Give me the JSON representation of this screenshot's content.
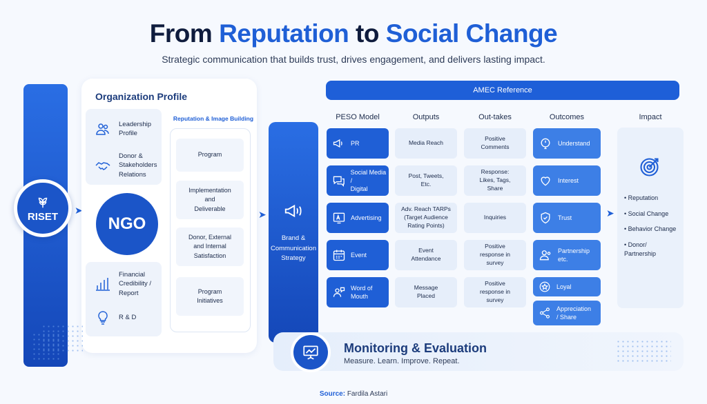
{
  "header": {
    "title_part1": "From",
    "title_part2": "Reputation",
    "title_part3": "to",
    "title_part4": "Social Change",
    "subtitle": "Strategic communication that builds trust, drives engagement, and delivers lasting impact."
  },
  "riset": {
    "label": "RISET"
  },
  "org_profile": {
    "title": "Organization Profile",
    "top_items": [
      {
        "label": "Leadership\nProfile",
        "icon": "people-icon"
      },
      {
        "label": "Donor &\nStakeholders\nRelations",
        "icon": "handshake-icon"
      }
    ],
    "center": "NGO",
    "bottom_items": [
      {
        "label": "Financial\nCredibility /\nReport",
        "icon": "bar-chart-icon"
      },
      {
        "label": "R & D",
        "icon": "lightbulb-icon"
      }
    ]
  },
  "reputation": {
    "title": "Reputation & Image Building",
    "items": [
      "Program",
      "Implementation\nand\nDeliverable",
      "Donor, External\nand Internal\nSatisfaction",
      "Program\nInitiatives"
    ]
  },
  "brand": {
    "label": "Brand &\nCommunication\nStrategy"
  },
  "amec": {
    "label": "AMEC Reference"
  },
  "columns": {
    "peso": "PESO Model",
    "outputs": "Outputs",
    "outtakes": "Out-takes",
    "outcomes": "Outcomes",
    "impact": "Impact"
  },
  "peso_items": [
    {
      "label": "PR",
      "icon": "megaphone-icon"
    },
    {
      "label": "Social Media /\nDigital",
      "icon": "chat-icon"
    },
    {
      "label": "Advertising",
      "icon": "ad-icon"
    },
    {
      "label": "Event",
      "icon": "calendar-icon"
    },
    {
      "label": "Word of\nMouth",
      "icon": "user-speech-icon"
    }
  ],
  "outputs": [
    "Media Reach",
    "Post, Tweets,\nEtc.",
    "Adv. Reach TARPs\n(Target Audience\nRating Points)",
    "Event\nAttendance",
    "Message\nPlaced"
  ],
  "outtakes": [
    "Positive\nComments",
    "Response:\nLikes, Tags,\nShare",
    "Inquiries",
    "Positive\nresponse in\nsurvey",
    "Positive\nresponse in\nsurvey"
  ],
  "outcomes": [
    {
      "label": "Understand",
      "icon": "bulb-icon"
    },
    {
      "label": "Interest",
      "icon": "heart-icon"
    },
    {
      "label": "Trust",
      "icon": "shield-icon"
    },
    {
      "label": "Partnership\netc.",
      "icon": "person-icon"
    },
    {
      "label": "Loyal",
      "icon": "star-icon"
    },
    {
      "label": "Appreciation\n/ Share",
      "icon": "share-icon"
    }
  ],
  "impact_items": [
    "Reputation",
    "Social Change",
    "Behavior Change",
    "Donor/\nPartnership"
  ],
  "monitoring": {
    "title": "Monitoring & Evaluation",
    "subtitle": "Measure. Learn. Improve. Repeat."
  },
  "source": {
    "label": "Source:",
    "name": "Fardila Astari"
  },
  "colors": {
    "primary": "#1f5fd6",
    "dark": "#1b55c8",
    "light": "#e6eefa",
    "outcome": "#3d7fe6"
  }
}
